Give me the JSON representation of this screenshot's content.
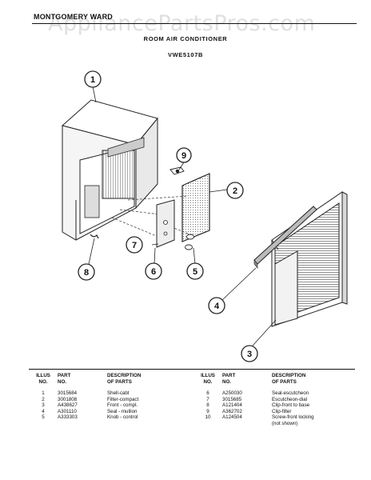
{
  "header": {
    "brand": "MONTGOMERY WARD",
    "watermark": "AppliancePartsPros.com",
    "title": "ROOM AIR CONDITIONER",
    "model": "VWE5107B"
  },
  "callouts": [
    "1",
    "2",
    "3",
    "4",
    "5",
    "6",
    "7",
    "8",
    "9"
  ],
  "table": {
    "headers": {
      "illus_a": "ILLUS",
      "illus_b": "NO.",
      "part_a": "PART",
      "part_b": "NO.",
      "desc_a": "DESCRIPTION",
      "desc_b": "OF PARTS"
    },
    "rows": [
      {
        "l_no": "1",
        "l_part": "3015684",
        "l_desc": "Shell-cabt",
        "r_no": "6",
        "r_part": "A250030",
        "r_desc": "Seal-escutcheon"
      },
      {
        "l_no": "2",
        "l_part": "3001808",
        "l_desc": "Filter-compact",
        "r_no": "7",
        "r_part": "3015685",
        "r_desc": "Escutcheon-dial"
      },
      {
        "l_no": "3",
        "l_part": "A438627",
        "l_desc": "Front - compl.",
        "r_no": "8",
        "r_part": "A121404",
        "r_desc": "Clip-front to base"
      },
      {
        "l_no": "4",
        "l_part": "A301110",
        "l_desc": "Seal - mullion",
        "r_no": "9",
        "r_part": "A362702",
        "r_desc": "Clip-filter"
      },
      {
        "l_no": "5",
        "l_part": "A333303",
        "l_desc": "Knob - control",
        "r_no": "10",
        "r_part": "A124504",
        "r_desc": "Screw-front locking"
      },
      {
        "l_no": "",
        "l_part": "",
        "l_desc": "",
        "r_no": "",
        "r_part": "",
        "r_desc": "(not shown)"
      }
    ]
  }
}
